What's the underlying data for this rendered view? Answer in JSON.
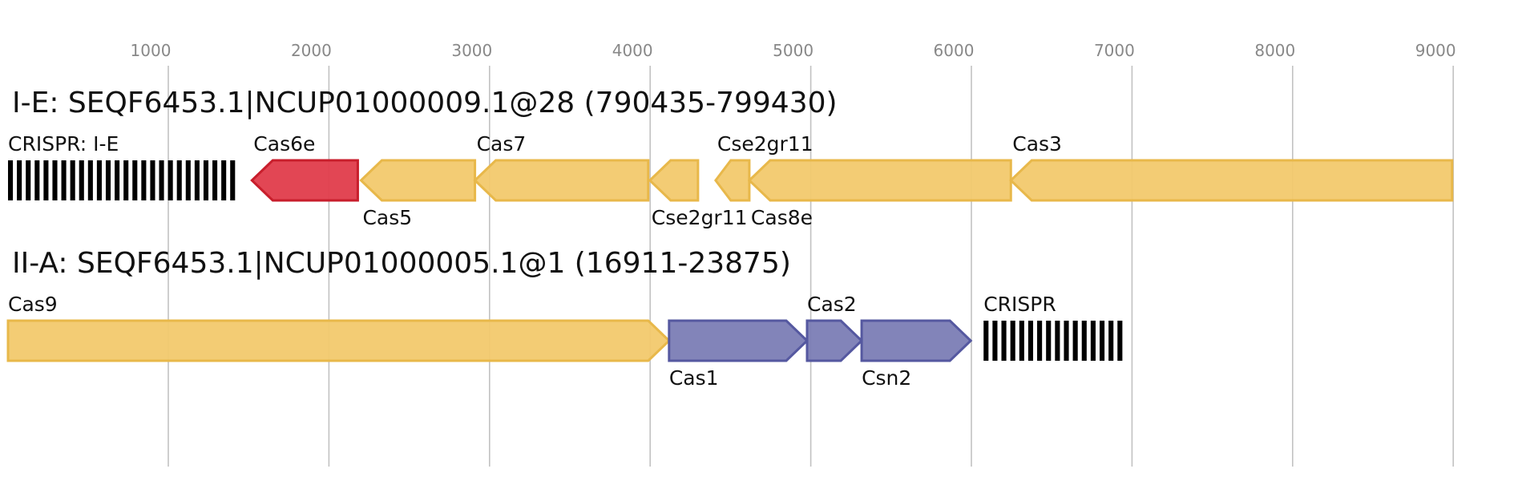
{
  "axis": {
    "ticks": [
      "1000",
      "2000",
      "3000",
      "4000",
      "5000",
      "6000",
      "7000",
      "8000",
      "9000"
    ],
    "grid": true
  },
  "tracks": [
    {
      "title": "I-E: SEQF6453.1|NCUP01000009.1@28 (790435-799430)",
      "features": [
        {
          "kind": "crispr",
          "label": "CRISPR: I-E",
          "start": 0,
          "end": 1440,
          "repeats": 26
        },
        {
          "kind": "gene",
          "label": "Cas6e",
          "start": 1520,
          "end": 2180,
          "strand": "-",
          "color": "#e03c4b",
          "stroke": "#c81e2c",
          "label_pos": "above"
        },
        {
          "kind": "gene",
          "label": "Cas5",
          "start": 2200,
          "end": 2910,
          "strand": "-",
          "color": "#f2c96d",
          "stroke": "#e8b84a",
          "label_pos": "below"
        },
        {
          "kind": "gene",
          "label": "Cas7",
          "start": 2910,
          "end": 3990,
          "strand": "-",
          "color": "#f2c96d",
          "stroke": "#e8b84a",
          "label_pos": "above"
        },
        {
          "kind": "gene",
          "label": "Cse2gr11",
          "start": 4000,
          "end": 4300,
          "strand": "-",
          "color": "#f2c96d",
          "stroke": "#e8b84a",
          "label_pos": "below"
        },
        {
          "kind": "gene",
          "label": "Cse2gr11",
          "start": 4410,
          "end": 4620,
          "strand": "-",
          "color": "#f2c96d",
          "stroke": "#e8b84a",
          "label_pos": "above"
        },
        {
          "kind": "gene",
          "label": "Cas8e",
          "start": 4620,
          "end": 6250,
          "strand": "-",
          "color": "#f2c96d",
          "stroke": "#e8b84a",
          "label_pos": "below"
        },
        {
          "kind": "gene",
          "label": "Cas3",
          "start": 6250,
          "end": 9000,
          "strand": "-",
          "color": "#f2c96d",
          "stroke": "#e8b84a",
          "label_pos": "above"
        }
      ]
    },
    {
      "title": "II-A: SEQF6453.1|NCUP01000005.1@1 (16911-23875)",
      "features": [
        {
          "kind": "gene",
          "label": "Cas9",
          "start": 0,
          "end": 4120,
          "strand": "+",
          "color": "#f2c96d",
          "stroke": "#e8b84a",
          "label_pos": "above"
        },
        {
          "kind": "gene",
          "label": "Cas1",
          "start": 4120,
          "end": 4980,
          "strand": "+",
          "color": "#7b7db5",
          "stroke": "#5558a0",
          "label_pos": "below"
        },
        {
          "kind": "gene",
          "label": "Cas2",
          "start": 4980,
          "end": 5320,
          "strand": "+",
          "color": "#7b7db5",
          "stroke": "#5558a0",
          "label_pos": "above"
        },
        {
          "kind": "gene",
          "label": "Csn2",
          "start": 5320,
          "end": 6000,
          "strand": "+",
          "color": "#7b7db5",
          "stroke": "#5558a0",
          "label_pos": "below"
        },
        {
          "kind": "crispr",
          "label": "CRISPR",
          "start": 6080,
          "end": 6970,
          "repeats": 16
        }
      ]
    }
  ]
}
